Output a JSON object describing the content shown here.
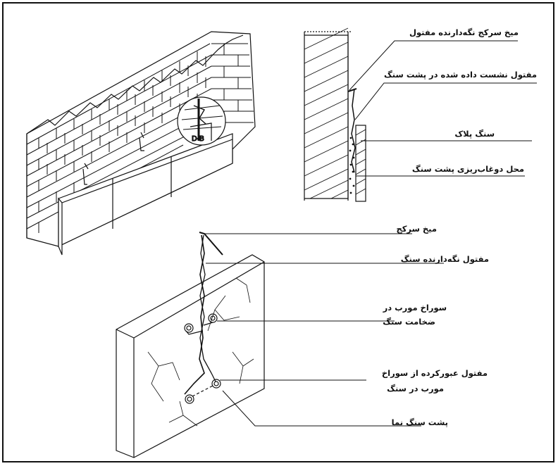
{
  "labels": {
    "detail_ref": "D-B",
    "top_right": {
      "anchor_pin": "میخ سرکج نگه‌دارنده مفتول",
      "wire_set": "مفتول نشست داده شده در پشت سنگ",
      "slab": "سنگ پلاک",
      "grout": "محل دوغاب‌ریزی پشت سنگ"
    },
    "bottom": {
      "pin": "میخ سرکج",
      "holding_wire": "مفتول نگه‌دارنده سنگ",
      "hole_line1": "سوراخ مورب در",
      "hole_line2": "ضخامت سنگ",
      "wire_through_line1": "مفتول عبورکرده از سوراخ",
      "wire_through_line2": "مورب در سنگ",
      "stone_back": "پشت سنگ نما"
    }
  },
  "colors": {
    "ink": "#111111",
    "paper": "#ffffff"
  }
}
